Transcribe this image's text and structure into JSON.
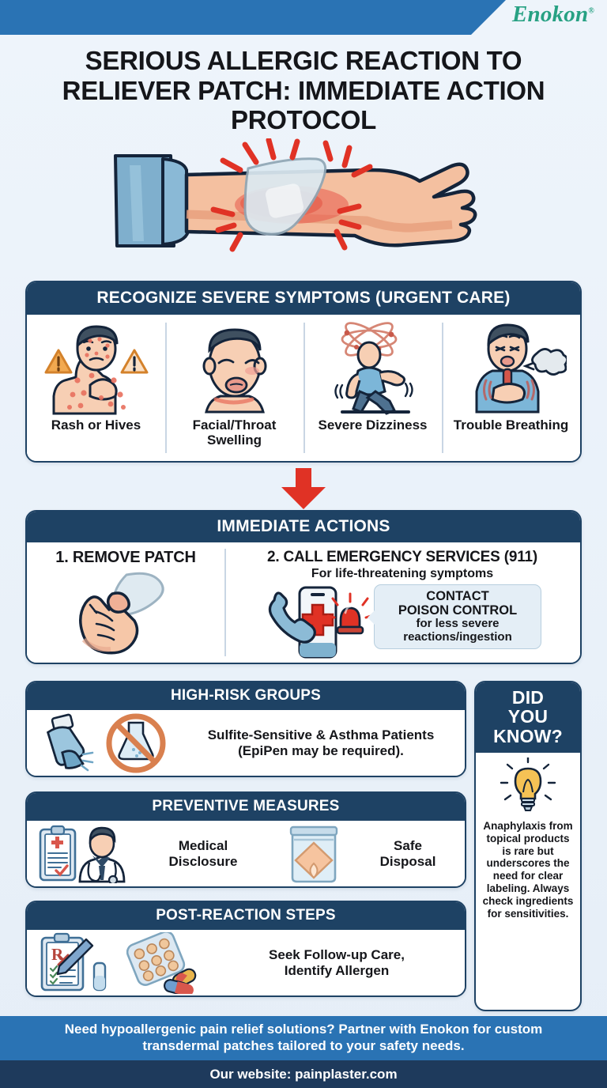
{
  "brand": {
    "name": "Enokon",
    "trademark": "®"
  },
  "title": "SERIOUS ALLERGIC REACTION TO RELIEVER PATCH: IMMEDIATE ACTION PROTOCOL",
  "hero": {
    "alt": "forearm-with-patch-and-rash"
  },
  "symptoms": {
    "heading": "RECOGNIZE SEVERE SYMPTOMS (URGENT CARE)",
    "items": [
      {
        "label": "Rash or Hives",
        "icon": "rash-hives-icon"
      },
      {
        "label": "Facial/Throat Swelling",
        "icon": "facial-swelling-icon"
      },
      {
        "label": "Severe Dizziness",
        "icon": "dizziness-icon"
      },
      {
        "label": "Trouble Breathing",
        "icon": "breathing-difficulty-icon"
      }
    ]
  },
  "arrow": {
    "icon": "down-arrow-icon",
    "color": "#e03225"
  },
  "actions": {
    "heading": "IMMEDIATE ACTIONS",
    "step1": {
      "title": "1. REMOVE PATCH",
      "icon": "hand-removing-patch-icon"
    },
    "step2": {
      "title": "2. CALL EMERGENCY SERVICES (911)",
      "subtitle": "For life-threatening symptoms",
      "icon": "emergency-phone-icon",
      "callout": {
        "line1": "CONTACT",
        "line2": "POISON CONTROL",
        "line3": "for less severe",
        "line4": "reactions/ingestion"
      }
    }
  },
  "risk": {
    "heading": "HIGH-RISK GROUPS",
    "icon": "inhaler-and-no-chemicals-icon",
    "line1": "Sulfite-Sensitive & Asthma Patients",
    "line2": "(EpiPen may be required)."
  },
  "preventive": {
    "heading": "PREVENTIVE MEASURES",
    "items": [
      {
        "label1": "Medical",
        "label2": "Disclosure",
        "icon": "clipboard-doctor-icon"
      },
      {
        "label1": "Safe",
        "label2": "Disposal",
        "icon": "patch-disposal-bag-icon"
      }
    ]
  },
  "post": {
    "heading": "POST-REACTION STEPS",
    "icon": "prescription-and-pills-icon",
    "line1": "Seek Follow-up Care,",
    "line2": "Identify Allergen"
  },
  "did_you_know": {
    "heading_l1": "DID",
    "heading_l2": "YOU",
    "heading_l3": "KNOW?",
    "icon": "lightbulb-icon",
    "text": "Anaphylaxis from topical products is rare but underscores the need for clear labeling. Always check ingredients for sensitivities."
  },
  "footer": {
    "cta": "Need hypoallergenic pain relief solutions? Partner with Enokon for custom transdermal patches tailored to your safety needs.",
    "website": "Our website: painplaster.com"
  },
  "colors": {
    "navy": "#1e4264",
    "blue": "#2a73b4",
    "dark_navy": "#1e3a5c",
    "teal": "#27a183",
    "red": "#e03225",
    "background": "#edf3fa"
  }
}
